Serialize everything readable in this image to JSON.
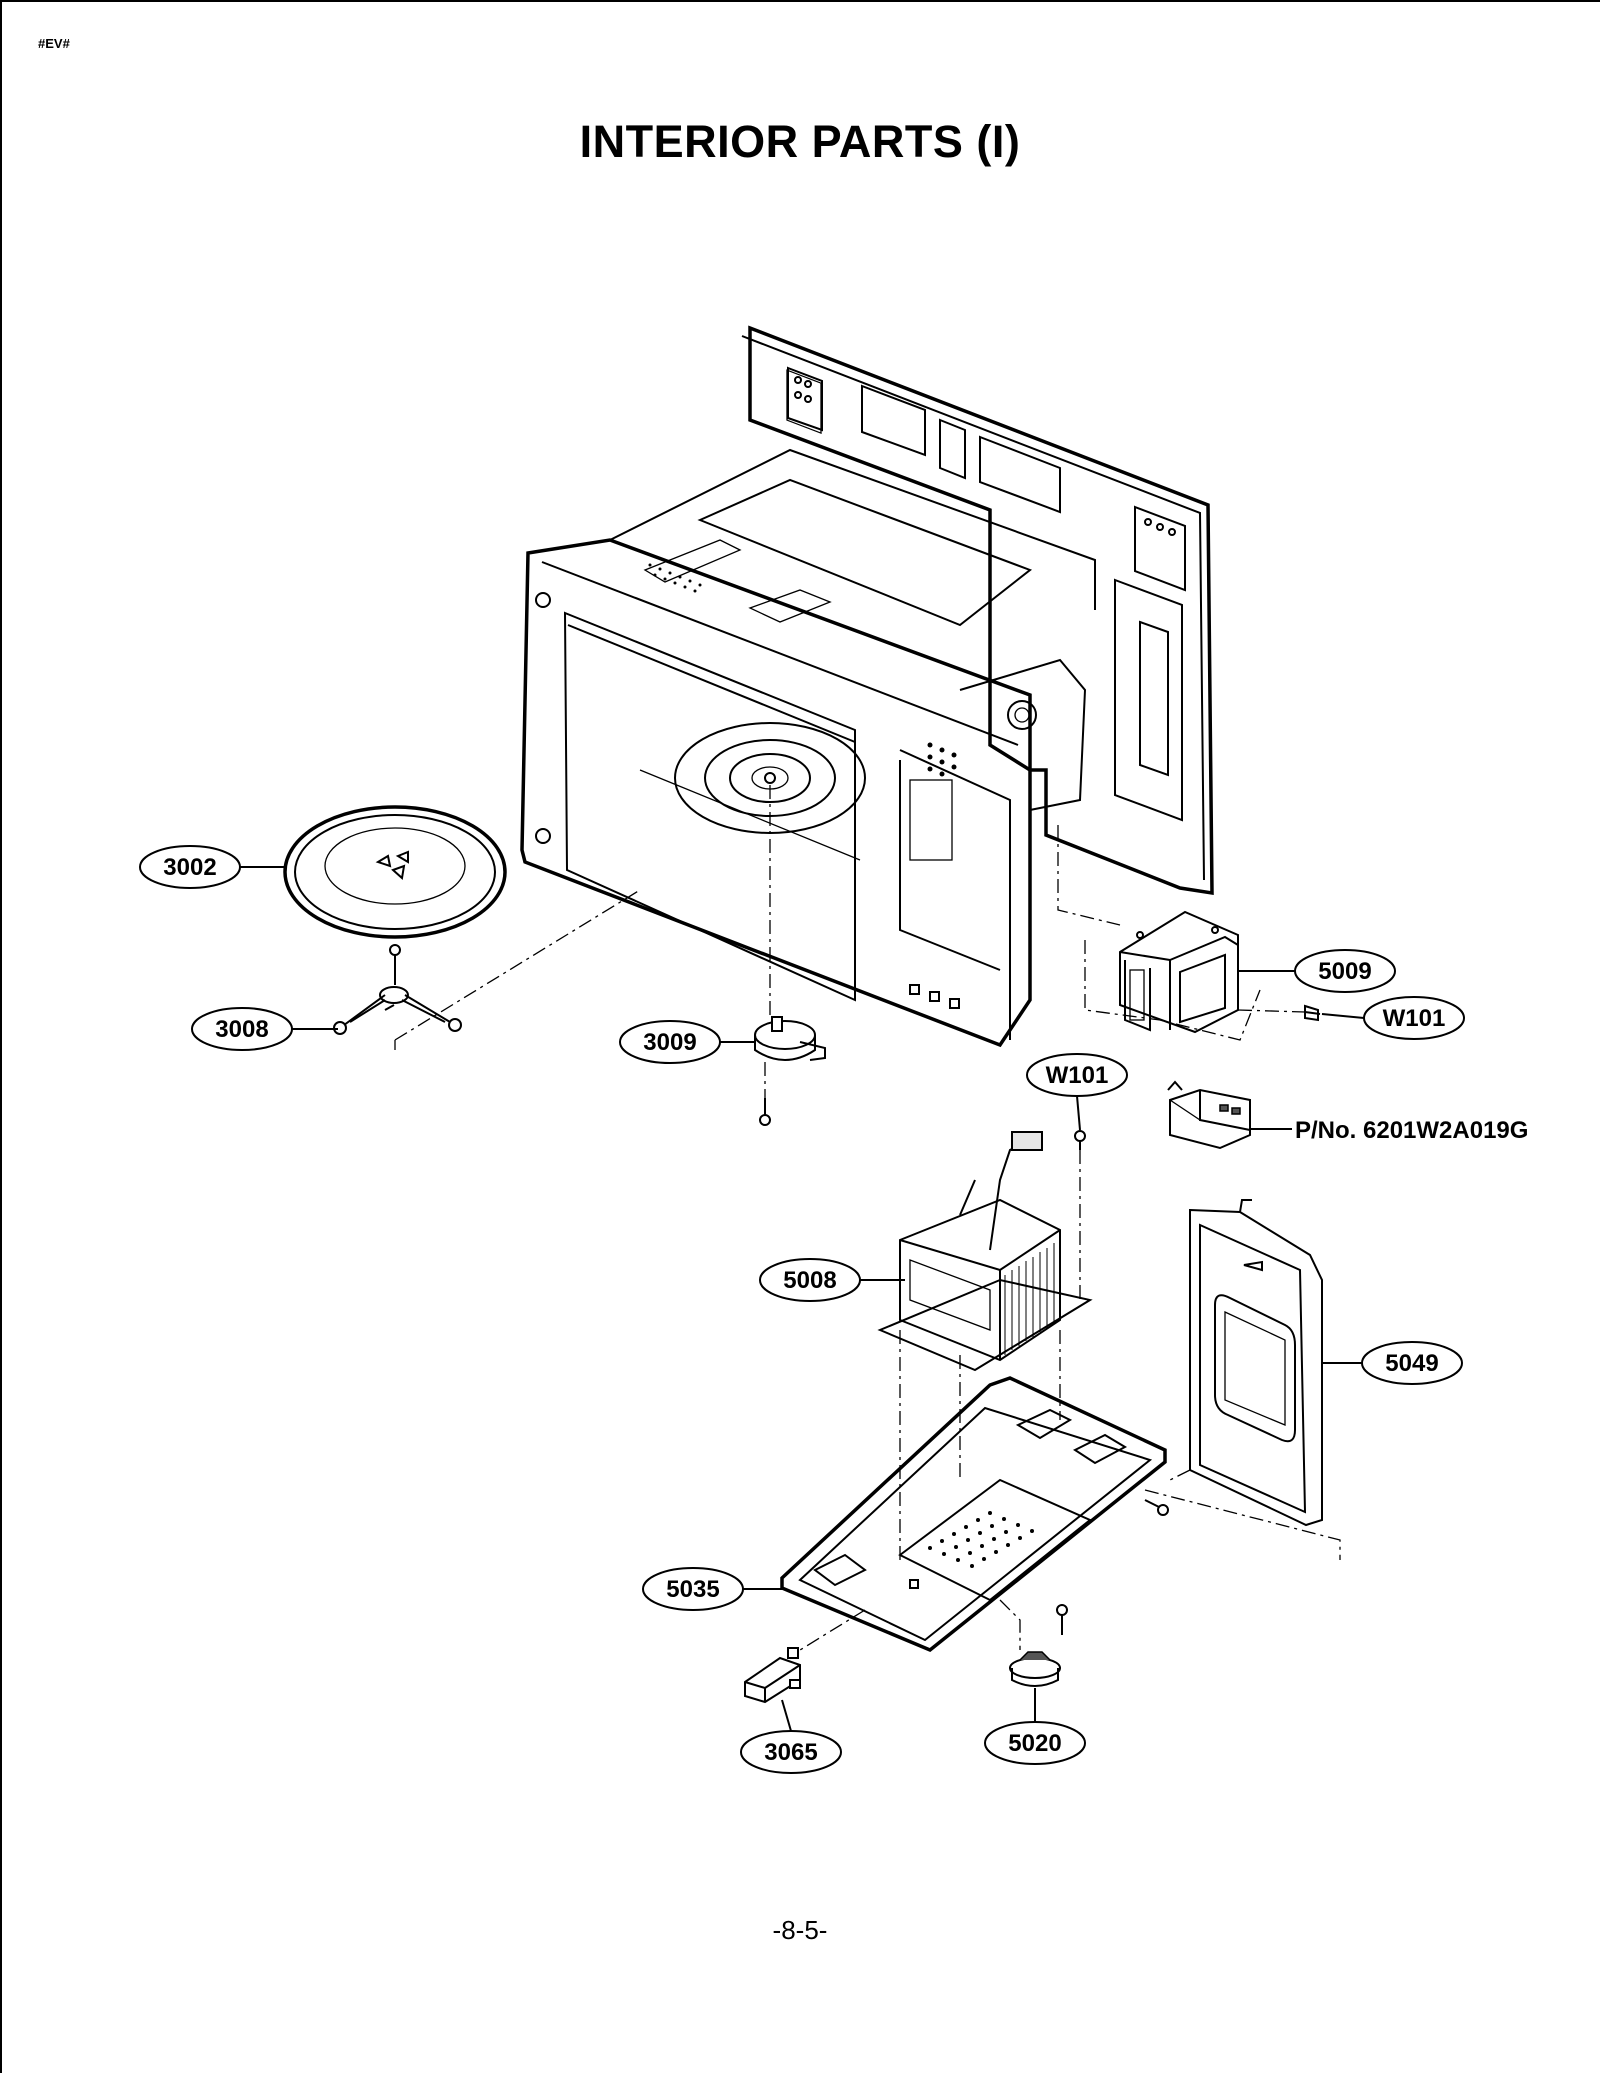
{
  "header": {
    "doc_code": "#EV#"
  },
  "title": "INTERIOR PARTS (I)",
  "page_number": "-8-5-",
  "callouts": {
    "turntable_tray": "3002",
    "roller_ring": "3008",
    "turntable_motor": "3009",
    "magnetron": "5009",
    "screw_magnetron": "W101",
    "screw_transformer": "W101",
    "capacitor_part_number": "P/No. 6201W2A019G",
    "transformer": "5008",
    "cover_plate": "5049",
    "base_plate": "5035",
    "sensor": "3065",
    "thermostat": "5020"
  }
}
